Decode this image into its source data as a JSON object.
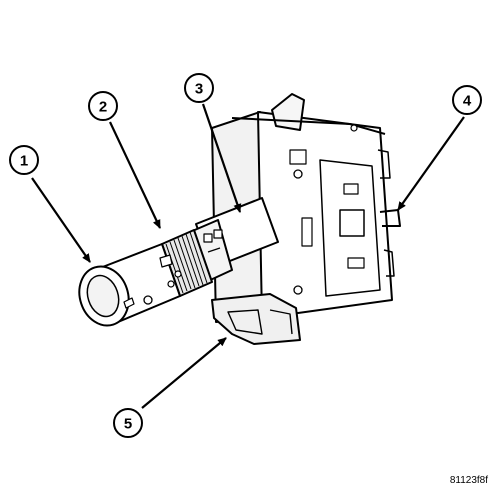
{
  "callouts": [
    {
      "number": "1"
    },
    {
      "number": "2"
    },
    {
      "number": "3"
    },
    {
      "number": "4"
    },
    {
      "number": "5"
    }
  ],
  "figure_id": "81123f8f",
  "colors": {
    "line": "#000000",
    "fill": "#ffffff",
    "shade": "#e8e8e8"
  }
}
